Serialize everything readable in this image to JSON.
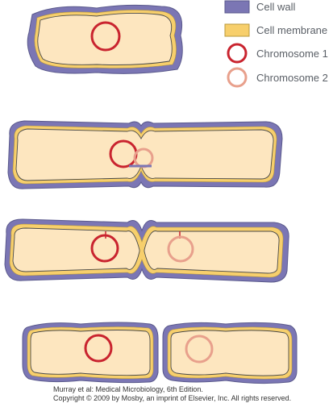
{
  "legend": {
    "items": [
      {
        "key": "cell_wall",
        "label": "Cell wall",
        "icon": "square-swatch",
        "color": "#7b76b4",
        "border": "#5b5a8c"
      },
      {
        "key": "cell_membrane",
        "label": "Cell membrane",
        "icon": "square-swatch",
        "color": "#f7cf6c",
        "border": "#b99a3c"
      },
      {
        "key": "chromosome_1",
        "label": "Chromosome 1",
        "icon": "ring",
        "color": "#c9242f"
      },
      {
        "key": "chromosome_2",
        "label": "Chromosome 2",
        "icon": "ring",
        "color": "#e8a08c"
      }
    ]
  },
  "colors": {
    "cytoplasm": "#fde6bf",
    "wall": "#7b76b4",
    "wall_edge": "#5b5a8c",
    "membrane": "#f7cf6c",
    "chromosome_1": "#c9242f",
    "chromosome_2": "#e8a08c"
  },
  "credit": {
    "line1": "Murray et al: Medical Microbiology, 6th Edition.",
    "line2": "Copyright © 2009 by Mosby, an imprint of Elsevier, Inc. All rights reserved."
  }
}
